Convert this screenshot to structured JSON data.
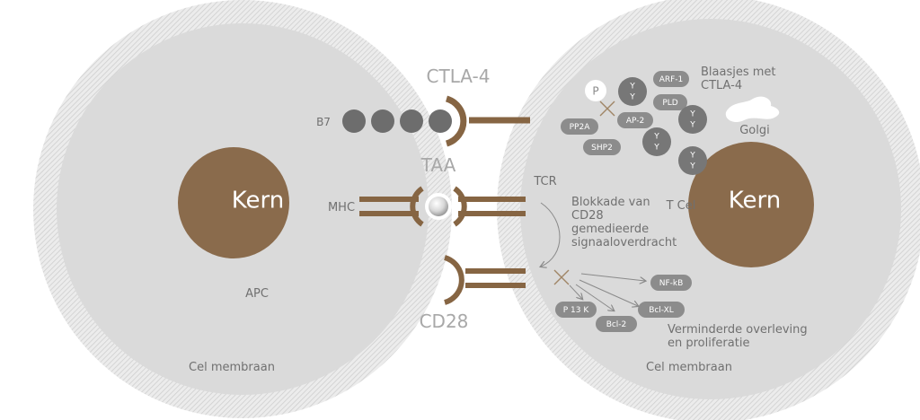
{
  "colors": {
    "cell_fill": "#dadada",
    "hatch": "#d0d0d0",
    "nucleus": "#8a6b4c",
    "receptor": "#866543",
    "pill": "#8c8c8c",
    "ball": "#6d6d6d",
    "label": "#707070",
    "label_big": "#a8a8a8"
  },
  "apc": {
    "nucleus_label": "Kern",
    "cell_label": "APC",
    "membrane_label": "Cel membraan",
    "b7_label": "B7",
    "mhc_label": "MHC"
  },
  "receptors": {
    "ctla4": "CTLA-4",
    "taa": "TAA",
    "cd28": "CD28",
    "tcr": "TCR"
  },
  "tcell": {
    "nucleus_label": "Kern",
    "cell_label": "T Cel",
    "membrane_label": "Cel membraan",
    "vesicles_label": [
      "Blaasjes met",
      "CTLA-4"
    ],
    "golgi_label": "Golgi",
    "blockade_label": [
      "Blokkade van",
      "CD28",
      "gemedieerde",
      "signaaloverdracht"
    ],
    "survival_label": [
      "Verminderde overleving",
      "en proliferatie"
    ],
    "phospho": "P",
    "y_letter": "Y",
    "upper_pills": [
      "ARF-1",
      "PLD",
      "AP-2",
      "PP2A",
      "SHP2"
    ],
    "lower_pills": [
      "NF-kB",
      "Bcl-XL",
      "P 13 K",
      "Bcl-2"
    ]
  }
}
